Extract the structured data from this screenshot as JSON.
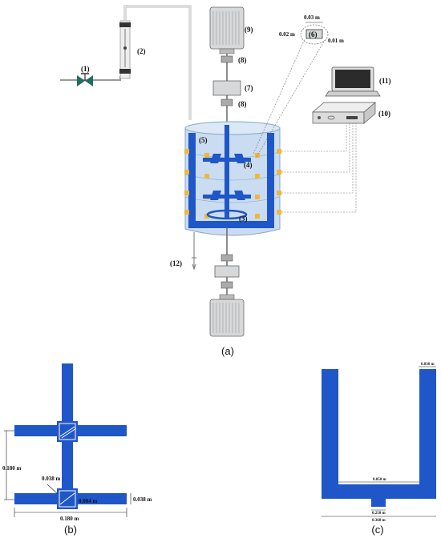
{
  "colors": {
    "impeller_blue": "#1f56c8",
    "tank_fill": "#c9dcf1",
    "tank_stroke": "#8aa6c6",
    "sensor_orange": "#f0b838",
    "motor_body": "#d6d8da",
    "valve_green": "#1f6f60",
    "wire_gray": "#777777"
  },
  "figure_a": {
    "caption": "(a)",
    "labels": {
      "valve": "(1)",
      "flowmeter": "(2)",
      "baffle_impeller": "(3)",
      "upper_impeller": "(4)",
      "tank": "(5)",
      "sensor": "(6)",
      "torque_sensor": "(7)",
      "coupling_top": "(8)",
      "coupling_mid": "(8)",
      "motor_top": "(9)",
      "data_logger": "(10)",
      "computer": "(11)",
      "drain": "(12)"
    },
    "sensor_dims": {
      "width": "0.03 m",
      "height": "0.02 m",
      "depth": "0.01 m"
    }
  },
  "figure_b": {
    "caption": "(b)",
    "dims": {
      "spacing": "0.180 m",
      "span": "0.180 m",
      "blade_angle_len": "0.038 m",
      "blade_height": "0.038 m",
      "slot": "0.004 m"
    }
  },
  "figure_c": {
    "caption": "(c)",
    "dims": {
      "arm_width": "0.036 m",
      "inner": "0.050 m",
      "hub": "0.250 m",
      "total": "0.360 m"
    }
  }
}
